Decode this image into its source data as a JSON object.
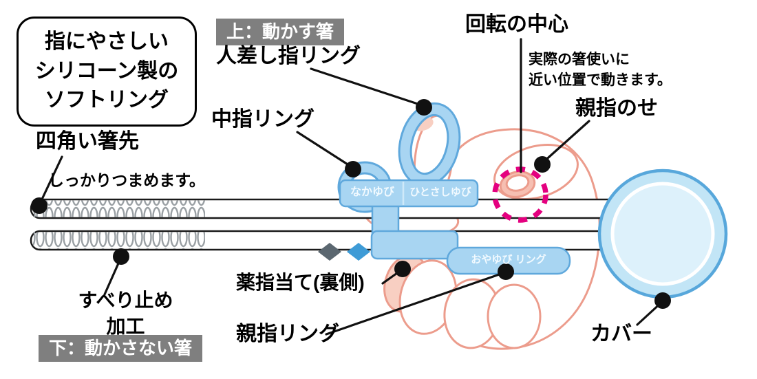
{
  "title_box": {
    "lines": [
      "指にやさしい",
      "シリコーン製の",
      "ソフトリング"
    ]
  },
  "badges": {
    "top": "上：動かす箸",
    "bottom": "下：動かさない箸"
  },
  "callouts": {
    "index_ring": "人差し指リング",
    "rotation_center": "回転の中心",
    "rotation_note_line1": "実際の箸使いに",
    "rotation_note_line2": "近い位置で動きます。",
    "thumb_rest": "親指のせ",
    "middle_ring": "中指リング",
    "square_tip": "四角い箸先",
    "square_tip_note": "しっかりつまめます。",
    "nonslip_line1": "すべり止め",
    "nonslip_line2": "加工",
    "ring_finger_pad": "薬指当て(裏側)",
    "thumb_ring": "親指リング",
    "cover": "カバー"
  },
  "ring_labels": {
    "middle_finger": "なかゆび",
    "index_finger": "ひとさしゆび",
    "thumb": "おやゆび リング"
  },
  "colors": {
    "ring_blue": "#A8D5F2",
    "ring_blue_edge": "#5FA8DC",
    "cover_fill": "#C2E5F6",
    "cover_inner": "#DDF1FB",
    "cover_edge": "#57A7DB",
    "skin_outline": "#EC9C8C",
    "skin_blush": "#F8CFC2",
    "accent_magenta": "#E4007F",
    "badge_gray": "#7f7f7f",
    "callout_black": "#111111"
  }
}
